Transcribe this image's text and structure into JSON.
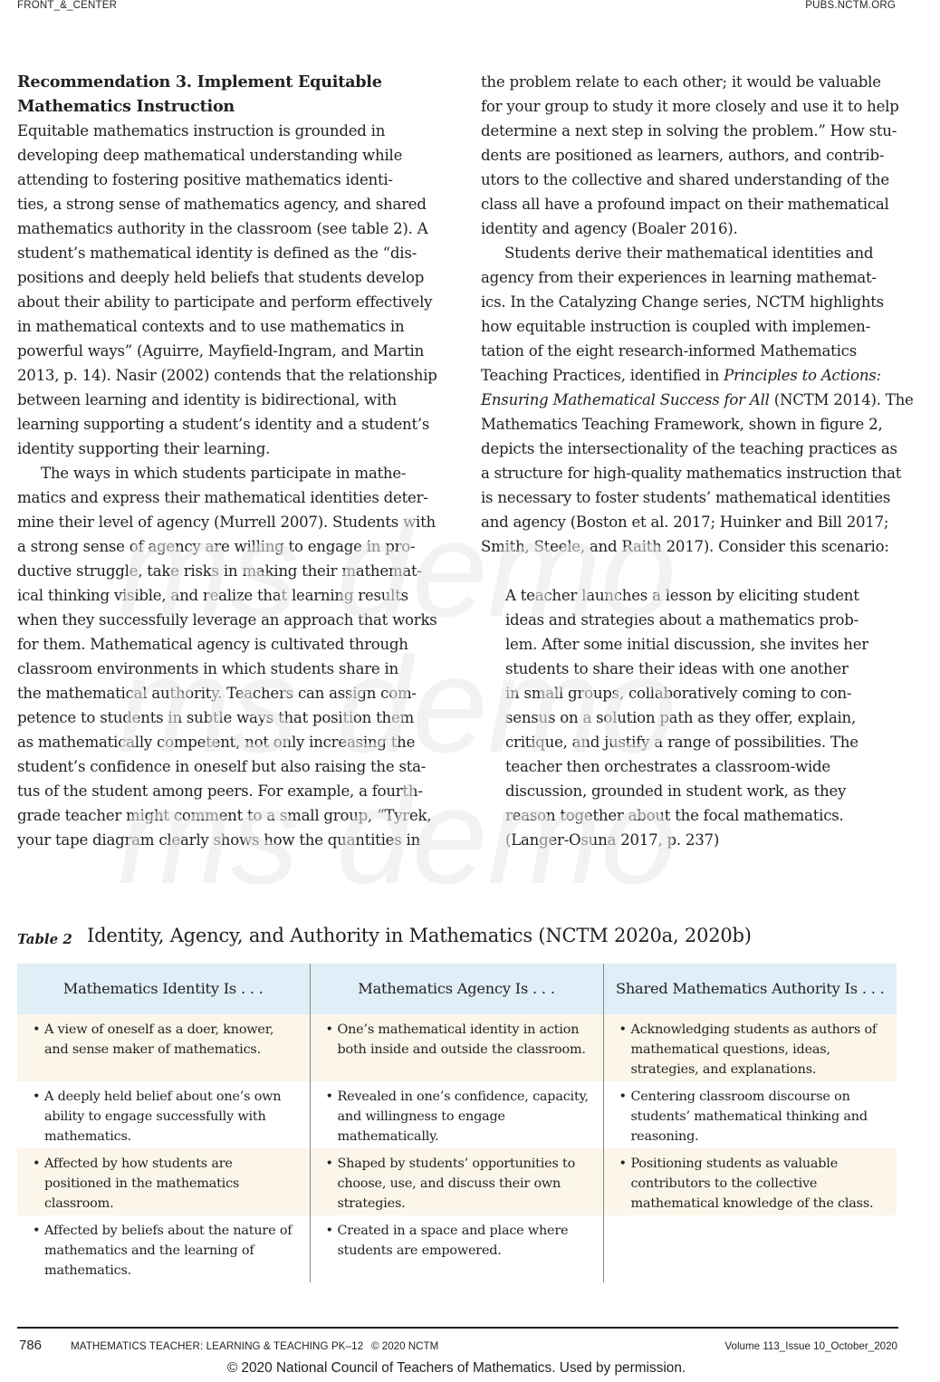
{
  "header": {
    "left": "FRONT_&_CENTER",
    "right": "PUBS.NCTM.ORG"
  },
  "left_column": {
    "heading_lines": [
      "Recommendation 3. Implement Equitable",
      "Mathematics Instruction"
    ],
    "paragraph1_lines": [
      "Equitable mathematics instruction is grounded in",
      "developing deep mathematical understanding while",
      "attending to fostering positive mathematics identi-",
      "ties, a strong sense of mathematics agency, and shared",
      "mathematics authority in the classroom (see table 2). A",
      "student’s mathematical identity is defined as the “dis-",
      "positions and deeply held beliefs that students develop",
      "about their ability to participate and perform effectively",
      "in mathematical contexts and to use mathematics in",
      "powerful ways” (Aguirre, Mayfield-Ingram, and Martin",
      "2013, p. 14). Nasir (2002) contends that the relationship",
      "between learning and identity is bidirectional, with",
      "learning supporting a student’s identity and a student’s",
      "identity supporting their learning."
    ],
    "paragraph2_lines": [
      "The ways in which students participate in mathe-",
      "matics and express their mathematical identities deter-",
      "mine their level of agency (Murrell 2007). Students with",
      "a strong sense of agency are willing to engage in pro-",
      "ductive struggle, take risks in making their mathemat-",
      "ical thinking visible, and realize that learning results",
      "when they successfully leverage an approach that works",
      "for them. Mathematical agency is cultivated through",
      "classroom environments in which students share in",
      "the mathematical authority. Teachers can assign com-",
      "petence to students in subtle ways that position them",
      "as mathematically competent, not only increasing the",
      "student’s confidence in oneself but also raising the sta-",
      "tus of the student among peers. For example, a fourth-",
      "grade teacher might comment to a small group, “Tyrek,",
      "your tape diagram clearly shows how the quantities in"
    ]
  },
  "right_column": {
    "paragraph1_lines": [
      "the problem relate to each other; it would be valuable",
      "for your group to study it more closely and use it to help",
      "determine a next step in solving the problem.” How stu-",
      "dents are positioned as learners, authors, and contrib-",
      "utors to the collective and shared understanding of the",
      "class all have a profound impact on their mathematical",
      "identity and agency (Boaler 2016)."
    ],
    "p2_l1": "Students derive their mathematical identities and",
    "p2_l2": "agency from their experiences in learning mathemat-",
    "p2_l3": "ics. In the Catalyzing Change series, NCTM highlights",
    "p2_l4": "how equitable instruction is coupled with implemen-",
    "p2_l5": "tation of the eight research-informed Mathematics",
    "p2_l6_pre": "Teaching Practices, identified in ",
    "p2_l6_italic": "Principles to Actions:",
    "p2_l7_italic": "Ensuring Mathematical Success for All",
    "p2_l7_post": " (NCTM 2014). The",
    "p2_l8": "Mathematics Teaching Framework, shown in figure 2,",
    "p2_l9": "depicts the intersectionality of the teaching practices as",
    "p2_l10": "a structure for high-quality mathematics instruction that",
    "p2_l11": "is necessary to foster students’ mathematical identities",
    "p2_l12": "and agency (Boston et al. 2017; Huinker and Bill 2017;",
    "p2_l13": "Smith, Steele, and Raith 2017). Consider this scenario:",
    "quote_lines": [
      "A teacher launches a lesson by eliciting student",
      "ideas and strategies about a mathematics prob-",
      "lem. After some initial discussion, she invites her",
      "students to share their ideas with one another",
      "in small groups, collaboratively coming to con-",
      "sensus on a solution path as they offer, explain,",
      "critique, and justify a range of possibilities. The",
      "teacher then orchestrates a classroom-wide",
      "discussion, grounded in student work, as they",
      "reason together about the focal mathematics.",
      "(Langer-Osuna 2017, p. 237)"
    ]
  },
  "watermark": {
    "lines": [
      "ms demo",
      "ms demo",
      "ms demo"
    ]
  },
  "table": {
    "label": "Table 2",
    "title": "Identity, Agency, and Authority in Mathematics (NCTM 2020a, 2020b)",
    "headers": [
      "Mathematics Identity Is . . .",
      "Mathematics Agency Is . . .",
      "Shared Mathematics Authority Is . . ."
    ],
    "rows": [
      [
        [
          "A view of oneself as a doer, knower,",
          "and sense maker of mathematics."
        ],
        [
          "One’s mathematical identity in action",
          "both inside and outside the classroom."
        ],
        [
          "Acknowledging students as authors",
          "of mathematical questions, ideas,",
          "strategies, and explanations."
        ]
      ],
      [
        [
          "A deeply held belief about one’s own",
          "ability to engage successfully with",
          "mathematics."
        ],
        [
          "Revealed in one’s confidence,",
          "capacity, and willingness to engage",
          "mathematically."
        ],
        [
          "Centering classroom discourse on",
          "students’ mathematical thinking and",
          "reasoning."
        ]
      ],
      [
        [
          "Affected by how students are",
          "positioned in the mathematics",
          "classroom."
        ],
        [
          "Shaped by students’ opportunities to",
          "choose, use, and discuss their own",
          "strategies."
        ],
        [
          "Positioning students as valuable",
          "contributors to the collective",
          "mathematical knowledge of the class."
        ]
      ],
      [
        [
          "Affected by beliefs about the nature",
          "of mathematics and the learning of",
          "mathematics."
        ],
        [
          "Created in a space and place where",
          "students are empowered."
        ],
        []
      ]
    ]
  },
  "footer": {
    "page": "786",
    "journal": "MATHEMATICS TEACHER: LEARNING & TEACHING PK–12",
    "copyright": "© 2020 NCTM",
    "volume": "Volume 113_Issue 10_October_2020",
    "permission": "© 2020 National Council of Teachers of Mathematics. Used by permission."
  }
}
